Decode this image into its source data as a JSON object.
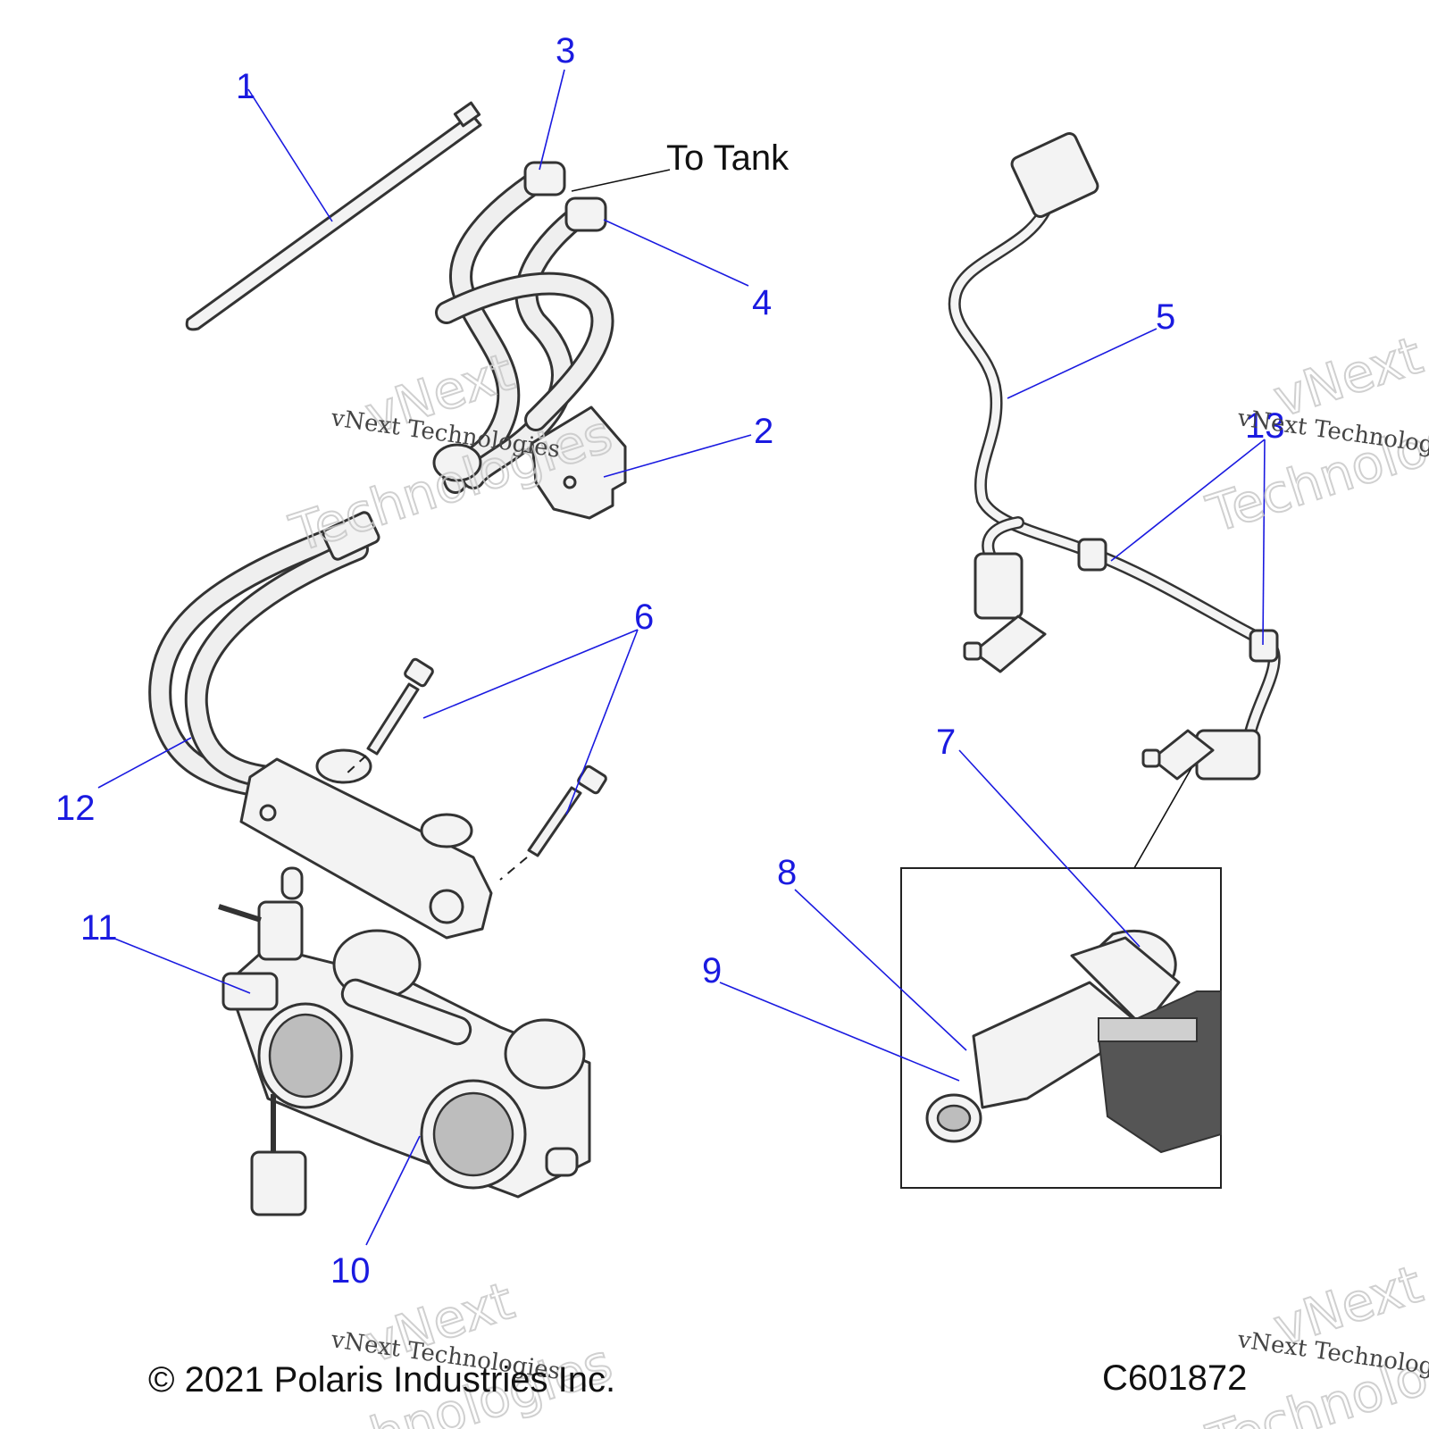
{
  "diagram": {
    "callouts": [
      "1",
      "2",
      "3",
      "4",
      "5",
      "6",
      "7",
      "8",
      "9",
      "10",
      "11",
      "12",
      "13"
    ],
    "note_to_tank": "To Tank",
    "footer_copyright": "© 2021 Polaris Industries Inc.",
    "footer_code": "C601872",
    "watermark_big_1": "vNext",
    "watermark_big_2": "Technologies",
    "watermark_small": "vNext Technologies",
    "watermark_big_right_1": "vNext",
    "watermark_big_right_2": "Technologies",
    "watermark_small_right": "vNext Technologies"
  },
  "colors": {
    "callout": "#1a1ae0",
    "line_art": "#333333",
    "watermark": "#c8c8c8"
  }
}
